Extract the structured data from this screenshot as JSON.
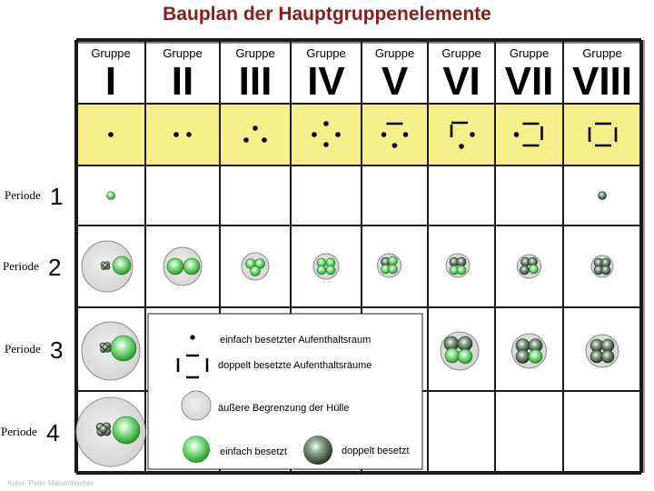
{
  "title": "Bauplan der Hauptgruppenelemente",
  "group_word": "Gruppe",
  "groups": [
    "I",
    "II",
    "III",
    "IV",
    "V",
    "VI",
    "VII",
    "VIII"
  ],
  "period_word": "Periode",
  "periods": [
    "1",
    "2",
    "3",
    "4"
  ],
  "legend": {
    "single_dot": "einfach besetzter Aufenthaltsraum",
    "double_bar": "doppelt besetzte Aufenthaltsräume",
    "shell": "äußere Begrenzung der Hülle",
    "single_sphere": "einfach besetzt",
    "double_sphere": "doppelt besetzt"
  },
  "author": "Autor: Peter Maisenbacher",
  "valence_electrons": [
    1,
    2,
    3,
    4,
    5,
    6,
    7,
    8
  ],
  "colors": {
    "title": "#8b1c1c",
    "valence_band": "#f5f08a",
    "single_sphere": "#22b02a",
    "double_sphere": "#3a4f3a",
    "shell_fill": "#e2e2e2"
  }
}
